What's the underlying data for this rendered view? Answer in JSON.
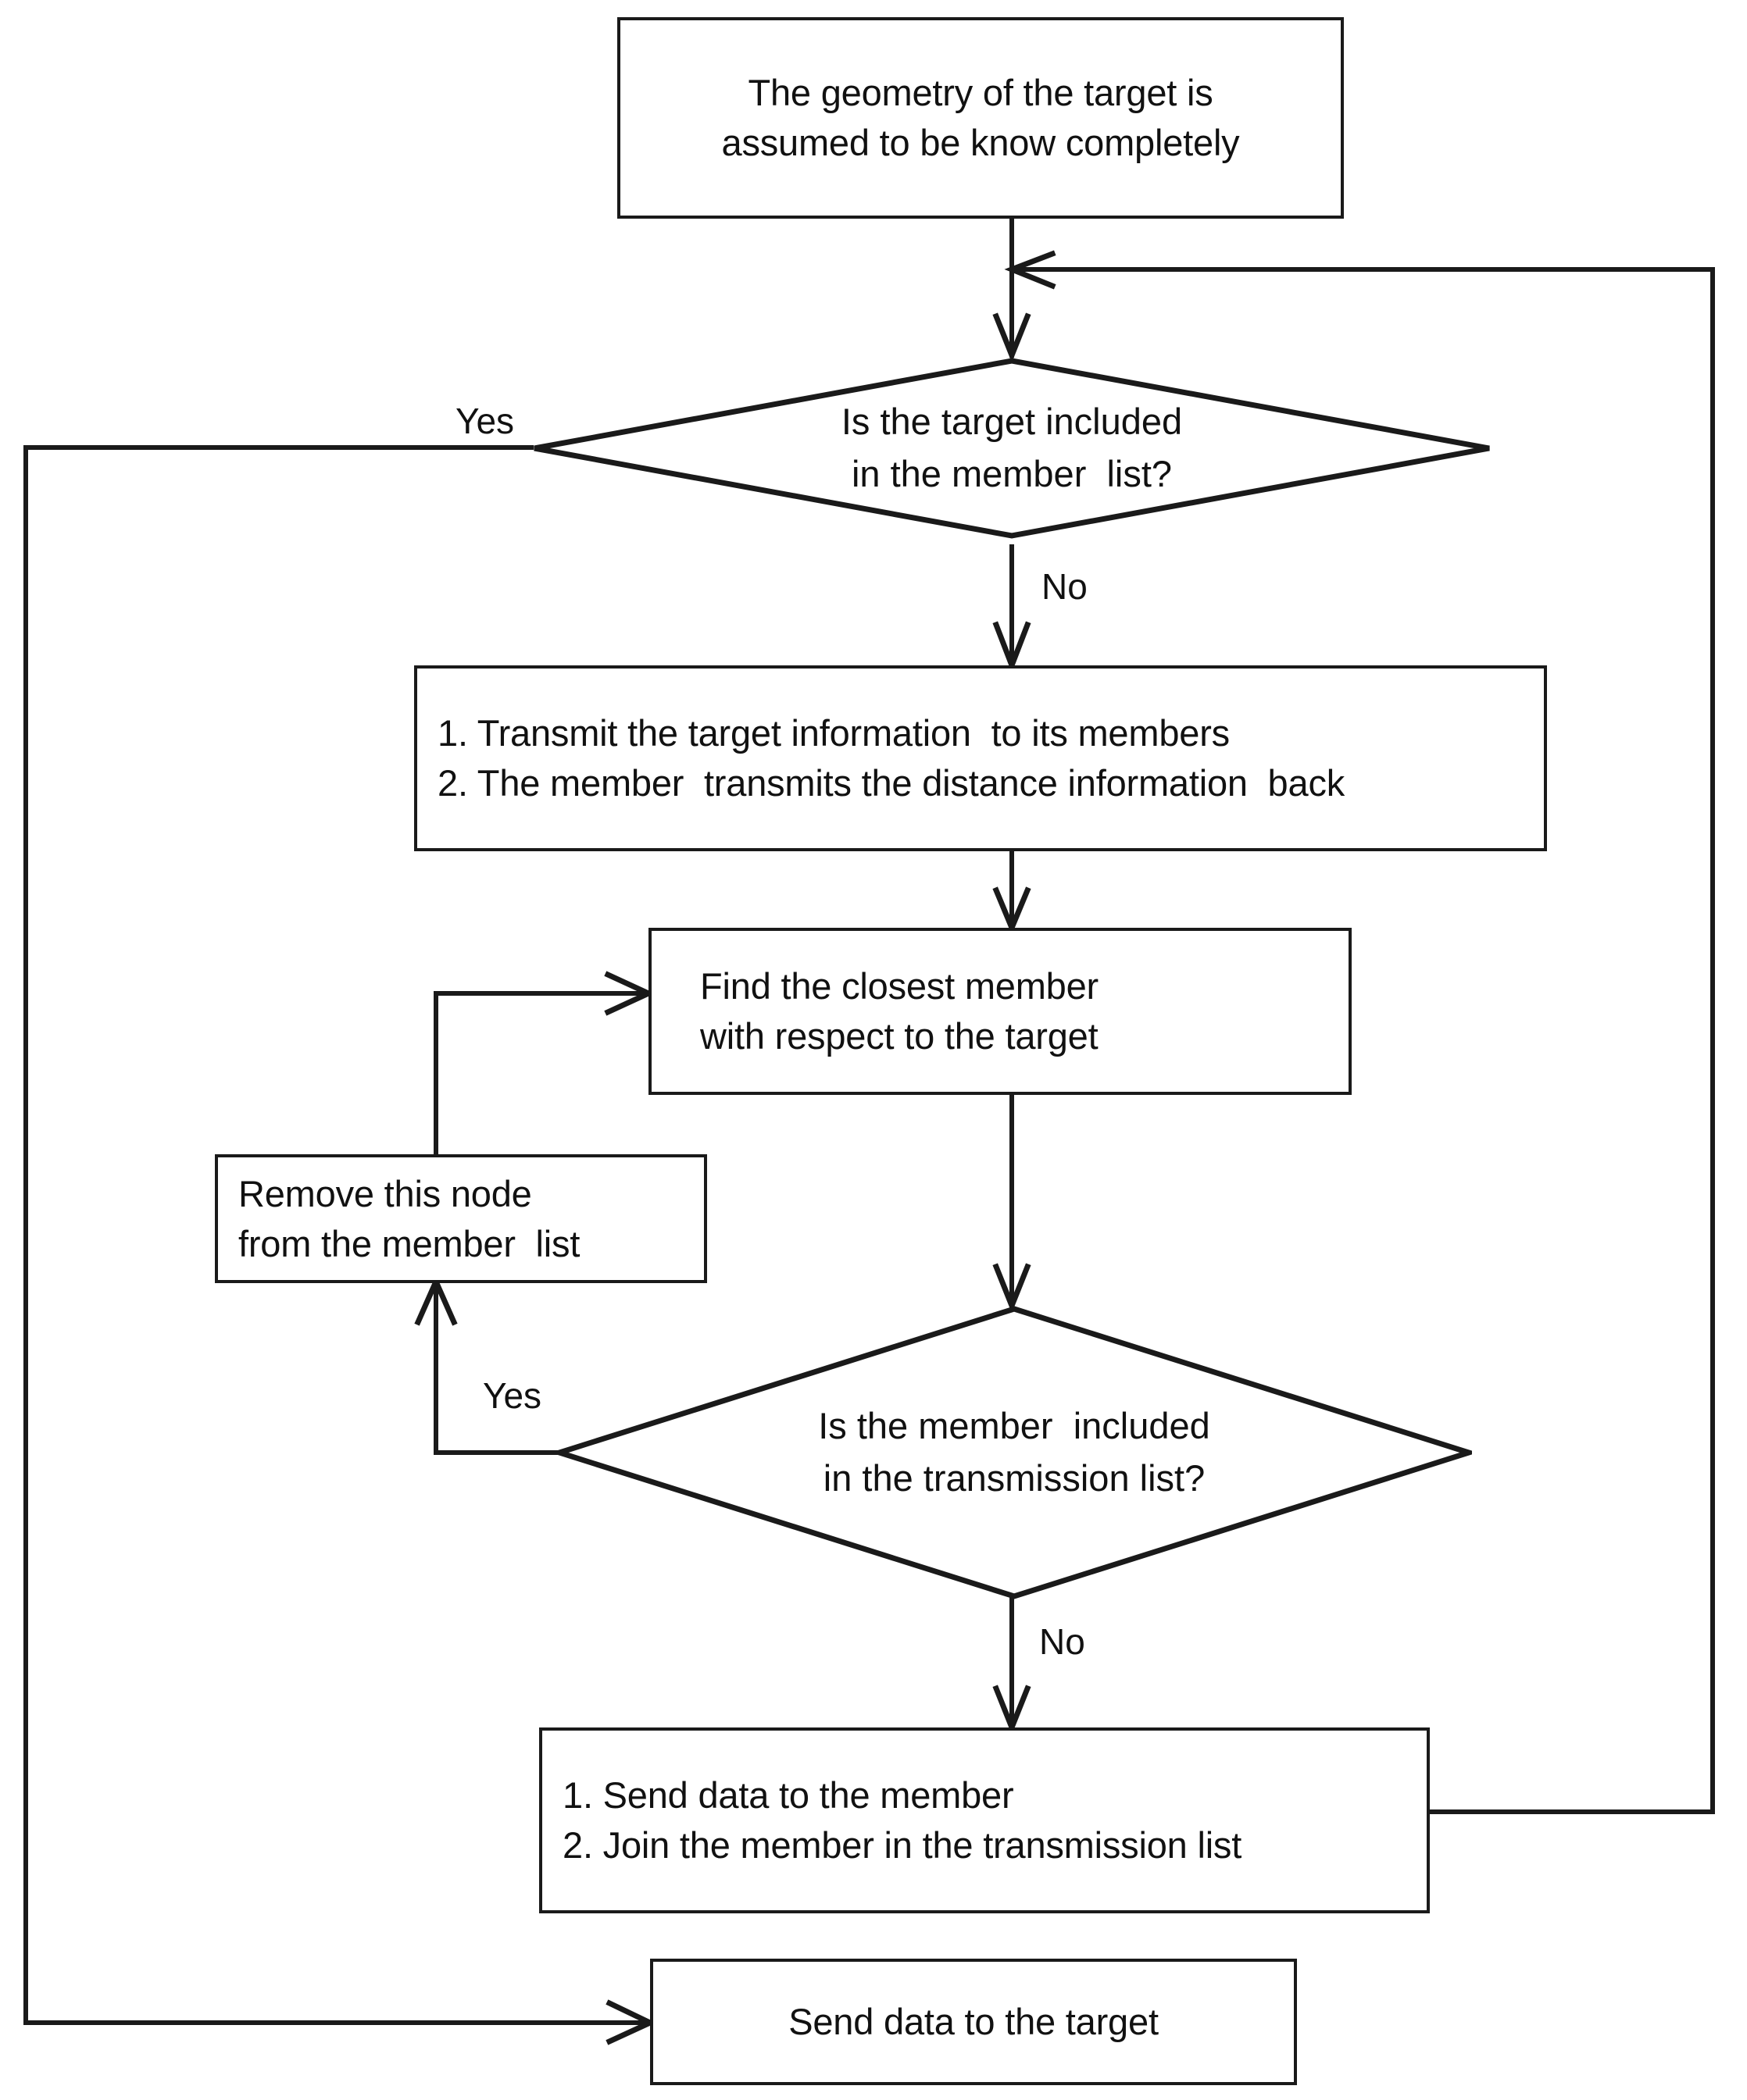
{
  "diagram": {
    "title": "Target data transmission flowchart",
    "type": "flowchart",
    "stroke_color": "#1a1a1a",
    "text_color": "#111111",
    "background_color": "#ffffff"
  },
  "nodes": {
    "start_assumption": {
      "shape": "process",
      "line1": "The geometry of the target is",
      "line2": "assumed to be know completely"
    },
    "decision_target_in_member_list": {
      "shape": "decision",
      "line1": "Is the target included",
      "line2": "in the member  list?"
    },
    "transmit_steps": {
      "shape": "process",
      "line1": "1. Transmit the target information  to its members",
      "line2": "2. The member  transmits the distance information  back"
    },
    "find_closest_member": {
      "shape": "process",
      "line1": "Find the closest member",
      "line2": "with respect to the target"
    },
    "remove_node": {
      "shape": "process",
      "line1": "Remove this node",
      "line2": "from the member  list"
    },
    "decision_member_in_transmission_list": {
      "shape": "decision",
      "line1": "Is the member  included",
      "line2": "in the transmission list?"
    },
    "send_join_steps": {
      "shape": "process",
      "line1": "1. Send data to the member",
      "line2": "2. Join the member in the transmission list"
    },
    "send_data_to_target": {
      "shape": "process",
      "line1": "Send data to the target"
    }
  },
  "edge_labels": {
    "yes_target_in_list": "Yes",
    "no_target_in_list": "No",
    "yes_member_in_list": "Yes",
    "no_member_in_list": "No"
  }
}
